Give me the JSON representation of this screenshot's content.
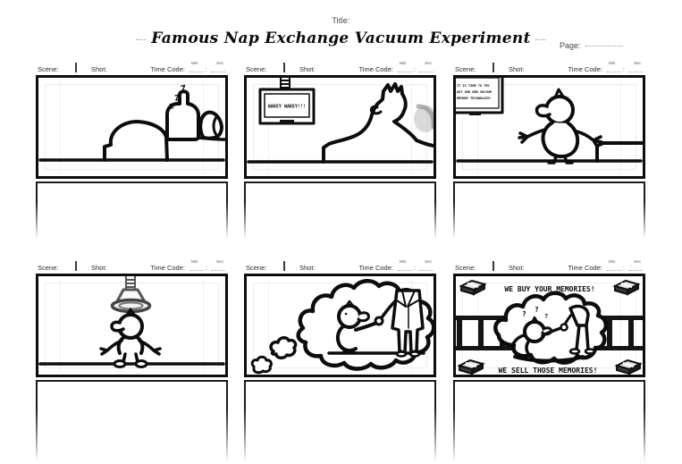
{
  "document": {
    "title_label": "Title:",
    "title": "Famous Nap Exchange Vacuum Experiment",
    "page_label": "Page:"
  },
  "panel_header": {
    "scene_label": "Scene:",
    "shot_label": "Shot:",
    "time_code_label": "Time Code:",
    "min_label": "Min",
    "sec_label": "Sec",
    "time_separator": ":"
  },
  "panels": [
    {
      "alt": "duck asleep in bed snoring",
      "zzz": [
        "Z",
        "Z",
        "Z"
      ]
    },
    {
      "alt": "screen lowered from ceiling wakes the duck",
      "tv_text": "WAKEY WAKEY!!!"
    },
    {
      "alt": "duck leaps out of bed beside message screen",
      "tv_lines": [
        "IT IS TIME TO TRY",
        "OUT OUR NEW VACUUM",
        "MEMORY TECHNOLOGY!"
      ]
    },
    {
      "alt": "duck stands under vacuum suction funnel"
    },
    {
      "alt": "thought bubble of duck shaking hands with suited man"
    },
    {
      "alt": "dream ad with cash stacks and handshake",
      "banner_top": "WE BUY YOUR MEMORIES!",
      "banner_bottom": "WE SELL THOSE MEMORIES!",
      "confusion_marks": [
        "?",
        "?",
        "?"
      ]
    }
  ],
  "colors": {
    "ink": "#0d0d0d",
    "paper": "#ffffff",
    "guide_line": "#ececec",
    "smudge_gray": "#b5b5b5"
  }
}
